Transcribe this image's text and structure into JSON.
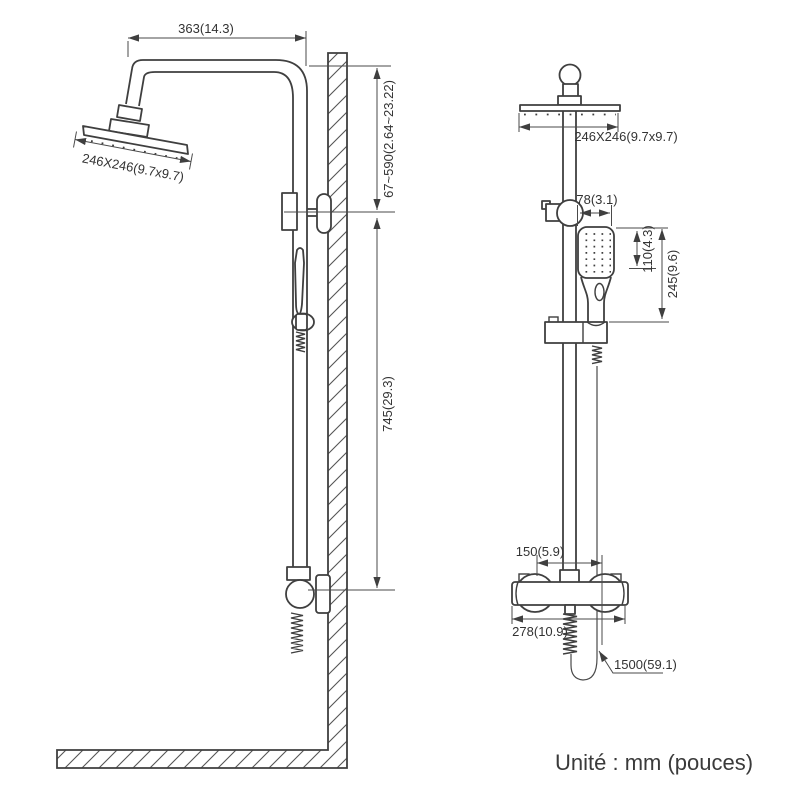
{
  "drawing": {
    "unit_note": "Unité : mm (pouces)",
    "side_view": {
      "arm_reach": "363(14.3)",
      "head_size": "246X246(9.7x9.7)",
      "height_adjust_range": "67~590(2.64~23.22)",
      "column_height": "745(29.3)"
    },
    "front_view": {
      "head_size": "246X246(9.7x9.7)",
      "handshower_width": "78(3.1)",
      "handshower_face_length": "110(4.3)",
      "handshower_length": "245(9.6)",
      "inlet_spacing": "150(5.9)",
      "mixer_width": "278(10.9)",
      "hose_length": "1500(59.1)"
    },
    "colors": {
      "line": "#3f3f3f",
      "dimension_line": "#4a4a4a",
      "text": "#333333"
    }
  }
}
